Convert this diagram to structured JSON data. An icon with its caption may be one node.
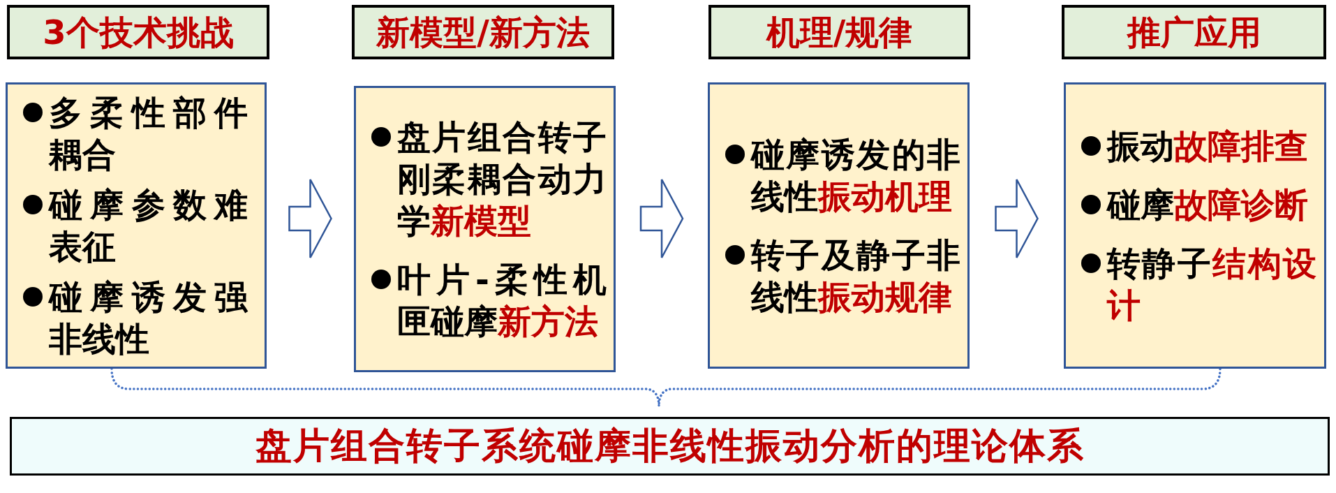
{
  "diagram": {
    "nodes": [
      {
        "text": [
          "3个技术挑战"
        ]
      },
      {
        "text": [
          "新模型/新方法"
        ]
      },
      {
        "text": [
          "机理/规律"
        ]
      },
      {
        "text": [
          "推广应用"
        ]
      },
      {
        "text": [
          "多柔性部件耦合",
          "碰摩参数难表征",
          "碰摩诱发强非线性"
        ]
      },
      {
        "text": [
          "盘片组合转子刚柔耦合动力学**新模型**",
          "叶片-柔性机匣碰摩**新方法**"
        ]
      },
      {
        "text": [
          "碰摩诱发的非线性**振动机理**",
          "转子及静子非线性**振动规律**"
        ]
      },
      {
        "text": [
          "振动**故障排查**",
          "碰摩**故障诊断**",
          "转静子**结构设计**"
        ]
      },
      {
        "text": [
          "盘片组合转子系统碰摩非线性振动分析的理论体系"
        ]
      }
    ],
    "edges": [
      {
        "from": 4,
        "to": 5,
        "arrow": "to"
      },
      {
        "from": 5,
        "to": 6,
        "arrow": "to"
      },
      {
        "from": 6,
        "to": 7,
        "arrow": "to"
      }
    ]
  }
}
